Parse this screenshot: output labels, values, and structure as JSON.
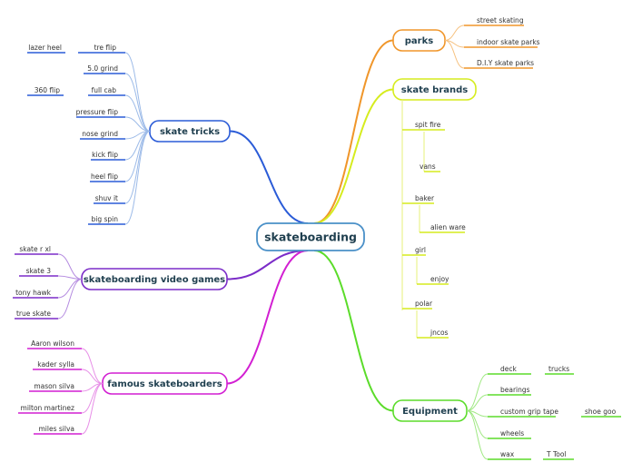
{
  "root": {
    "label": "skateboarding",
    "color": "#4a90c8"
  },
  "branches": [
    {
      "id": "skate-tricks",
      "label": "skate tricks",
      "color": "#2a5bd7",
      "edge": "#9dbbe8",
      "items": [
        {
          "id": "tre-flip",
          "label": "tre flip",
          "children": [
            {
              "id": "lazer-heel",
              "label": "lazer heel"
            }
          ]
        },
        {
          "id": "5-0-grind",
          "label": "5.0 grind"
        },
        {
          "id": "full-cab",
          "label": "full cab",
          "children": [
            {
              "id": "360-flip",
              "label": "360 flip"
            }
          ]
        },
        {
          "id": "pressure-flip",
          "label": "pressure flip"
        },
        {
          "id": "nose-grind",
          "label": "nose grind"
        },
        {
          "id": "kick-flip",
          "label": "kick flip"
        },
        {
          "id": "heel-flip",
          "label": "heel flip"
        },
        {
          "id": "shuv-it",
          "label": "shuv it"
        },
        {
          "id": "big-spin",
          "label": "big spin"
        }
      ]
    },
    {
      "id": "video-games",
      "label": "skateboarding video games",
      "color": "#7b2cc8",
      "edge": "#b48ae0",
      "items": [
        {
          "id": "skate-rxl",
          "label": "skate r xl"
        },
        {
          "id": "skate-3",
          "label": "skate 3"
        },
        {
          "id": "tony-hawk",
          "label": "tony hawk"
        },
        {
          "id": "true-skate",
          "label": "true skate"
        }
      ]
    },
    {
      "id": "famous-skateboarders",
      "label": "famous skateboarders",
      "color": "#d21fd2",
      "edge": "#e78fe7",
      "items": [
        {
          "id": "aaron-wilson",
          "label": "Aaron wilson"
        },
        {
          "id": "kader-sylla",
          "label": "kader sylla"
        },
        {
          "id": "mason-silva",
          "label": "mason silva"
        },
        {
          "id": "milton-martinez",
          "label": "milton martinez"
        },
        {
          "id": "miles-silva",
          "label": "miles silva"
        }
      ]
    },
    {
      "id": "parks",
      "label": "parks",
      "color": "#f0962a",
      "edge": "#f6c17f",
      "items": [
        {
          "id": "street-skating",
          "label": "street skating"
        },
        {
          "id": "indoor-skate-parks",
          "label": "indoor skate parks"
        },
        {
          "id": "diy-skate-parks",
          "label": "D.I.Y skate parks"
        }
      ]
    },
    {
      "id": "skate-brands",
      "label": "skate brands",
      "color": "#d6ec1e",
      "edge": "#e7f27a",
      "items": [
        {
          "id": "spit-fire",
          "label": "spit fire",
          "children": [
            {
              "id": "vans",
              "label": "vans"
            }
          ]
        },
        {
          "id": "baker",
          "label": "baker",
          "children": [
            {
              "id": "alien-ware",
              "label": "alien ware"
            }
          ]
        },
        {
          "id": "girl",
          "label": "girl",
          "children": [
            {
              "id": "enjoy",
              "label": "enjoy"
            }
          ]
        },
        {
          "id": "polar",
          "label": "polar",
          "children": [
            {
              "id": "jncos",
              "label": "jncos"
            }
          ]
        }
      ]
    },
    {
      "id": "equipment",
      "label": "Equipment",
      "color": "#5bdc2a",
      "edge": "#9fe882",
      "items": [
        {
          "id": "deck",
          "label": "deck",
          "children": [
            {
              "id": "trucks",
              "label": "trucks"
            }
          ]
        },
        {
          "id": "bearings",
          "label": "bearings"
        },
        {
          "id": "custom-grip-tape",
          "label": "custom grip tape",
          "children": [
            {
              "id": "shoe-goo",
              "label": "shoe goo"
            }
          ]
        },
        {
          "id": "wheels",
          "label": "wheels"
        },
        {
          "id": "wax",
          "label": "wax",
          "children": [
            {
              "id": "t-tool",
              "label": "T Tool"
            }
          ]
        }
      ]
    }
  ]
}
